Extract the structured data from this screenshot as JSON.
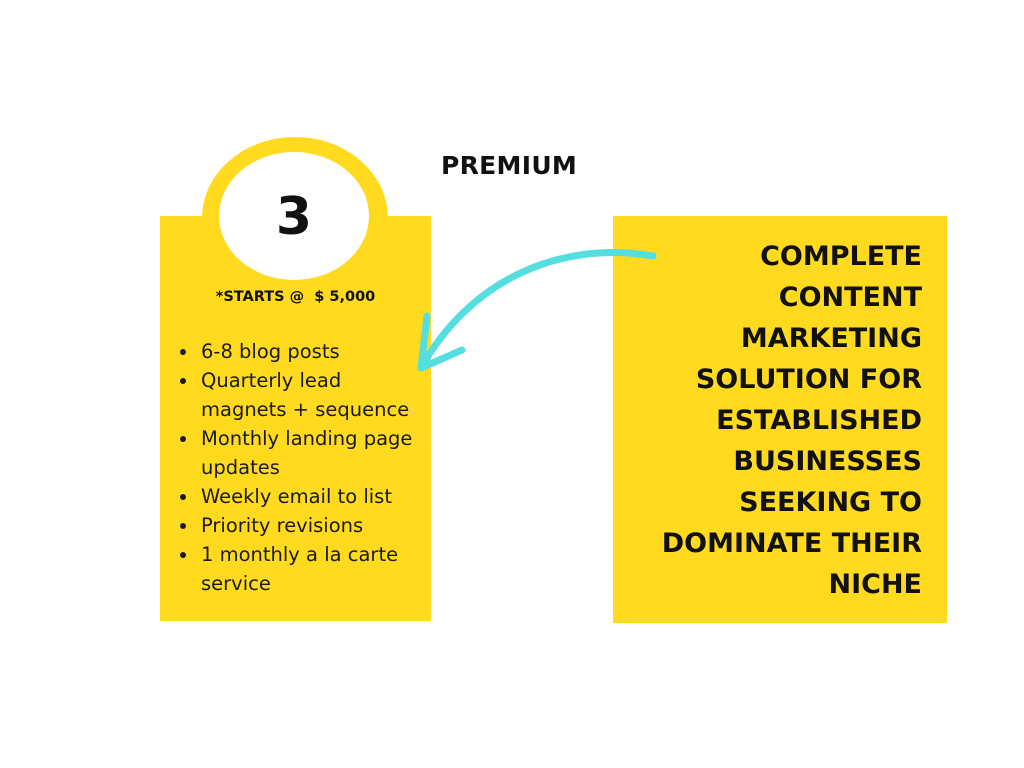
{
  "tier": {
    "title": "PREMIUM",
    "number": "3",
    "price": "*STARTS @  $ 5,000"
  },
  "features": [
    "6-8 blog posts",
    "Quarterly lead magnets + sequence",
    "Monthly landing page updates",
    "Weekly email to list",
    "Priority revisions",
    "1 monthly a la carte service"
  ],
  "description": "COMPLETE CONTENT MARKETING SOLUTION FOR ESTABLISHED BUSINESSES SEEKING TO DOMINATE THEIR NICHE",
  "colors": {
    "card_yellow": "#FFDA1F",
    "arrow_cyan": "#55DEE0",
    "text": "#111111"
  },
  "icons": {
    "arrow": "curved-arrow-icon"
  }
}
